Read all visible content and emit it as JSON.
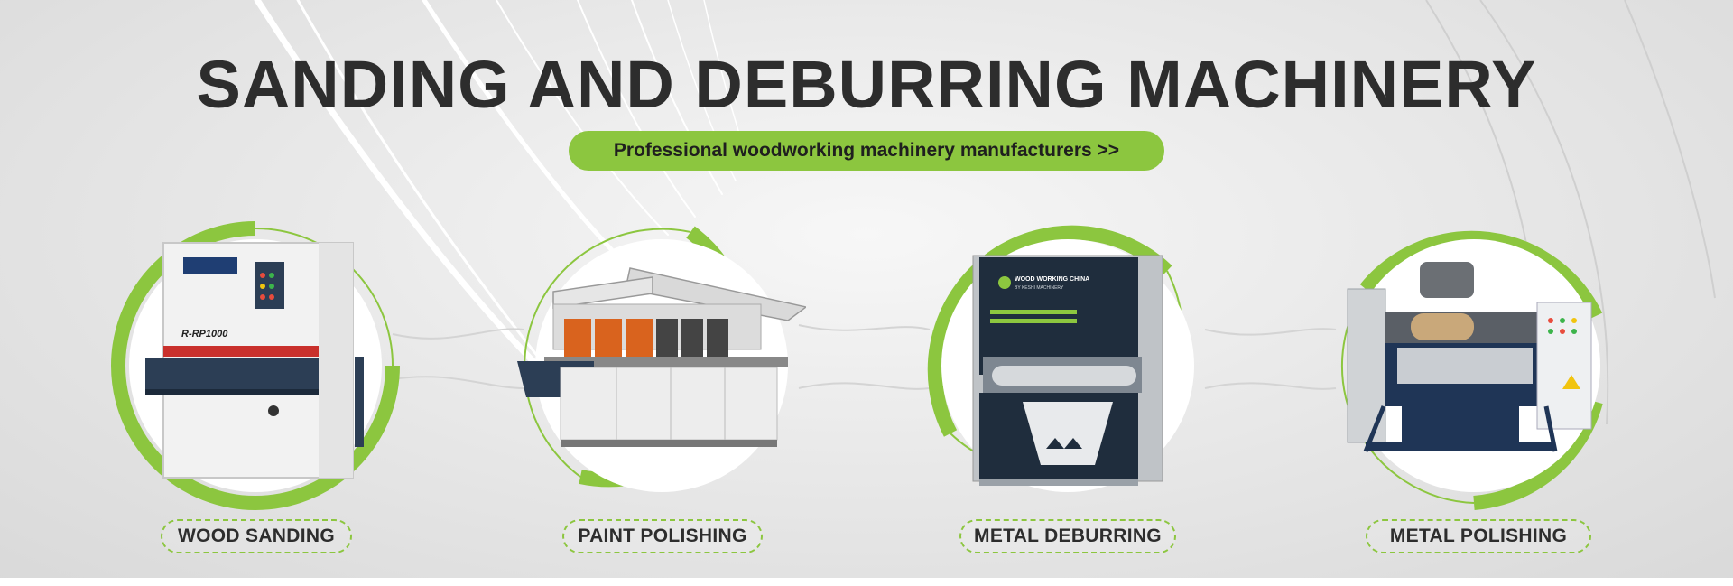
{
  "banner": {
    "title": "SANDING AND DEBURRING MACHINERY",
    "subtitle": "Professional woodworking machinery manufacturers >>",
    "accent_color": "#8cc63f",
    "title_color": "#2d2d2d"
  },
  "products": [
    {
      "label": "WOOD SANDING",
      "machine_mark": "R-RP1000",
      "icon": "wood-sanding-machine-image"
    },
    {
      "label": "PAINT POLISHING",
      "icon": "paint-polishing-machine-image"
    },
    {
      "label": "METAL DEBURRING",
      "brand_text": "WOOD WORKING CHINA",
      "brand_subtext": "BY KESHI MACHINERY",
      "icon": "metal-deburring-machine-image"
    },
    {
      "label": "METAL POLISHING",
      "icon": "metal-polishing-machine-image"
    }
  ]
}
